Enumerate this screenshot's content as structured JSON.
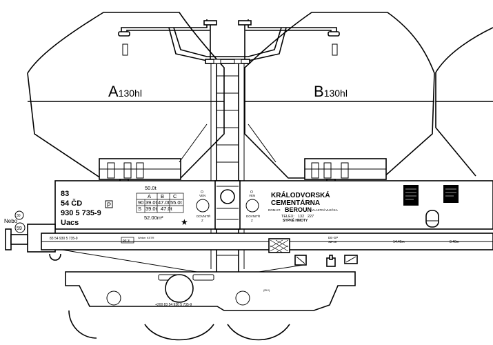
{
  "hoppers": {
    "a": {
      "letter": "A",
      "volume": "130hl"
    },
    "b": {
      "letter": "B",
      "volume": "130hl"
    }
  },
  "left_side": {
    "nebo": "Nebo",
    "badge_top": "30",
    "badge_59": "59"
  },
  "wagon_id": {
    "line1": "83",
    "line2": "54 ČD",
    "line3": "930 5 735-9",
    "line4": "Uacs",
    "p_mark": "P"
  },
  "load_table": {
    "top_value": "50.0t",
    "headers": [
      "A",
      "B",
      "C"
    ],
    "row1": {
      "code": "90",
      "values": [
        "39.0t",
        "47.0t",
        "55.0t"
      ]
    },
    "row2": {
      "code": "S",
      "values": [
        "39.0t",
        "47.0t"
      ]
    },
    "area": "52.00m²",
    "star": "★"
  },
  "valve_left": {
    "top": "O",
    "top2": "VEN",
    "bottom": "DOVNITŘ",
    "bottom2": "Z"
  },
  "valve_right": {
    "top": "O",
    "top2": "VEN",
    "bottom": "DOVNITŘ",
    "bottom2": "Z"
  },
  "owner": {
    "line1": "KRÁLODVORSKÁ",
    "line2": "CEMENTÁRNA",
    "dom_st": "DOM.ST.",
    "city": "BEROUN",
    "siding": "VLASTNÍ VLEČKA",
    "telex_label": "TELEX:",
    "telex_1": "132",
    "telex_2": "227",
    "cargo": "SYPKÉ HMOTY"
  },
  "frame_texts": {
    "number_left": "83 54 930 5 735-9",
    "center_small": "Weber KSTR",
    "box_small": "93.3",
    "dist_1": "14.46m",
    "dist_2": "8.40m",
    "code_top": "DE-GP",
    "code_bot": "SZ-10",
    "bogie_number": "+200 83 54 930 5 735-9",
    "bogie_mark": "(RIV)"
  }
}
